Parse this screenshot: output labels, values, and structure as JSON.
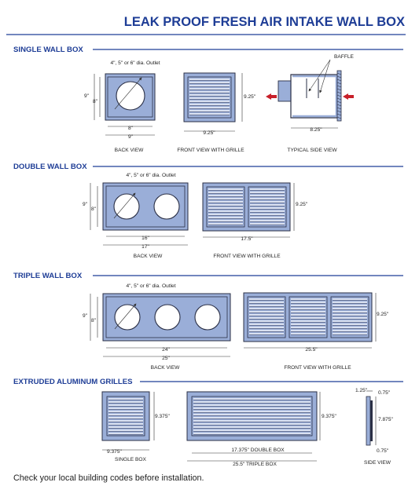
{
  "title": "LEAK PROOF FRESH AIR INTAKE WALL BOX",
  "sections": {
    "single": {
      "heading": "SINGLE WALL BOX",
      "outlet_label": "4\", 5\" or 6\" dia. Outlet",
      "back_view": {
        "caption": "BACK VIEW",
        "dim_h_outer": "9\"",
        "dim_h_inner": "8\"",
        "dim_w_inner": "8\"",
        "dim_w_outer": "9\""
      },
      "front_view": {
        "caption": "FRONT VIEW WITH GRILLE",
        "dim_h": "9.25\"",
        "dim_w": "9.25\""
      },
      "side_view": {
        "caption": "TYPICAL SIDE VIEW",
        "baffle_label": "BAFFLE",
        "dim_w": "8.25\""
      }
    },
    "double": {
      "heading": "DOUBLE WALL BOX",
      "outlet_label": "4\", 5\" or 6\" dia. Outlet",
      "back_view": {
        "caption": "BACK VIEW",
        "dim_h_outer": "9\"",
        "dim_h_inner": "8\"",
        "dim_w_inner": "16\"",
        "dim_w_outer": "17\""
      },
      "front_view": {
        "caption": "FRONT VIEW WITH GRILLE",
        "dim_h": "9.25\"",
        "dim_w": "17.5\""
      }
    },
    "triple": {
      "heading": "TRIPLE WALL BOX",
      "outlet_label": "4\", 5\" or 6\" dia. Outlet",
      "back_view": {
        "caption": "BACK VIEW",
        "dim_h_outer": "9\"",
        "dim_h_inner": "8\"",
        "dim_w_inner": "24\"",
        "dim_w_outer": "25\""
      },
      "front_view": {
        "caption": "FRONT VIEW WITH GRILLE",
        "dim_h": "9.25\"",
        "dim_w": "25.5\""
      }
    },
    "grilles": {
      "heading": "EXTRUDED ALUMINUM GRILLES",
      "single": {
        "caption": "SINGLE BOX",
        "dim_h": "9.375\"",
        "dim_w": "9.375\""
      },
      "double_triple": {
        "caption_double": "17.375\" DOUBLE BOX",
        "caption_triple": "25.5\" TRIPLE BOX",
        "dim_h": "9.375\""
      },
      "side": {
        "caption": "SIDE VIEW",
        "dim_depth": "1.25\"",
        "dim_top": "0.75\"",
        "dim_mid": "7.875\"",
        "dim_bottom": "0.75\""
      }
    }
  },
  "footer_note": "Check your local building codes before installation.",
  "colors": {
    "brand_blue": "#1e3d96",
    "panel_fill": "#9aaed8",
    "arrow_red": "#c8202a"
  }
}
